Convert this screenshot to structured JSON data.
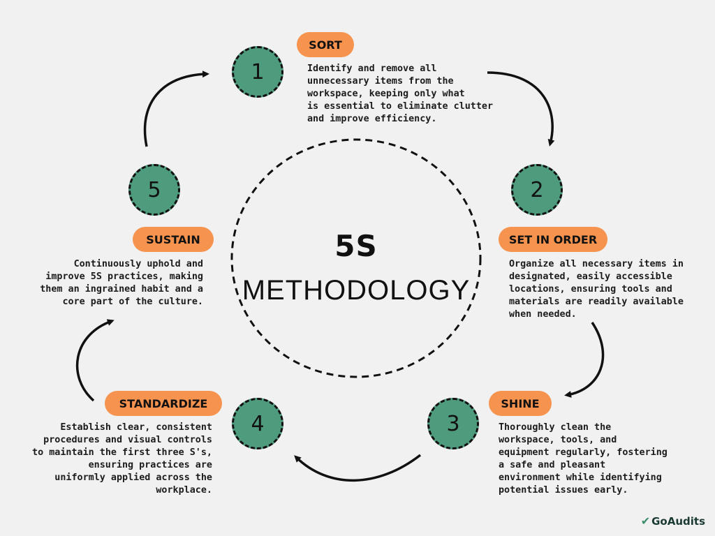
{
  "center": {
    "title": "5S",
    "subtitle": "METHODOLOGY"
  },
  "steps": [
    {
      "number": "1",
      "label": "SORT",
      "description": [
        "Identify and remove all",
        "unnecessary items from the",
        "workspace, keeping only what",
        "is essential to eliminate clutter",
        "and improve efficiency."
      ]
    },
    {
      "number": "2",
      "label": "SET IN ORDER",
      "description": [
        "Organize all necessary items in",
        "designated, easily accessible",
        "locations, ensuring tools and",
        "materials are readily available",
        "when needed."
      ]
    },
    {
      "number": "3",
      "label": "SHINE",
      "description": [
        "Thoroughly clean the",
        "workspace, tools, and",
        "equipment regularly, fostering",
        "a safe and pleasant",
        "environment while identifying",
        "potential issues early."
      ]
    },
    {
      "number": "4",
      "label": "STANDARDIZE",
      "description": [
        "Establish clear, consistent",
        "procedures and visual controls",
        "to maintain the first three S's,",
        "ensuring practices are",
        "uniformly applied across the",
        "workplace."
      ]
    },
    {
      "number": "5",
      "label": "SUSTAIN",
      "description": [
        "Continuously uphold and",
        "improve 5S practices, making",
        "them an ingrained habit and a",
        "core part of the culture."
      ]
    }
  ],
  "brand": {
    "name": "GoAudits",
    "icon": "check-icon"
  },
  "colors": {
    "background": "#f1f1f1",
    "circle_fill": "#4f9b7d",
    "pill_fill": "#f6934e",
    "text": "#111111"
  }
}
